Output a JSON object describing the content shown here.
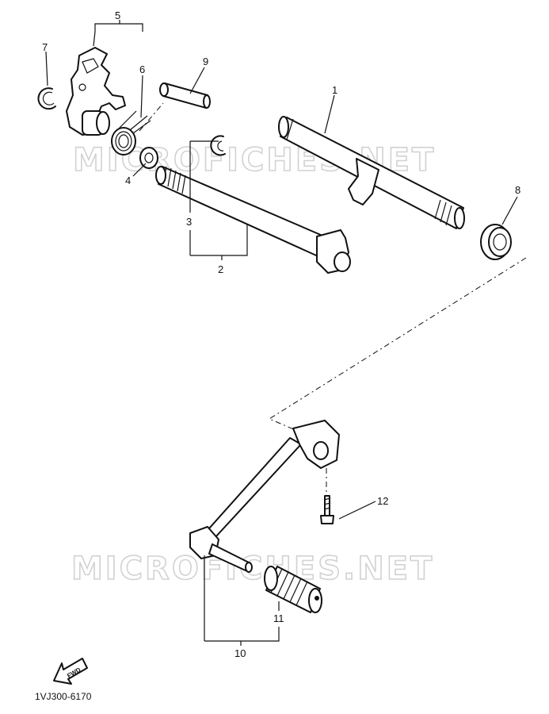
{
  "watermark": {
    "text": "MICROFICHES.NET",
    "color": "#d2d2d2"
  },
  "diagram_code": "1VJ300-6170",
  "find_badge": "FWD",
  "callouts": [
    {
      "id": "c1",
      "text": "1"
    },
    {
      "id": "c2",
      "text": "2"
    },
    {
      "id": "c3",
      "text": "3"
    },
    {
      "id": "c4",
      "text": "4"
    },
    {
      "id": "c5",
      "text": "5"
    },
    {
      "id": "c6",
      "text": "6"
    },
    {
      "id": "c7",
      "text": "7"
    },
    {
      "id": "c8",
      "text": "8"
    },
    {
      "id": "c9",
      "text": "9"
    },
    {
      "id": "c10",
      "text": "10"
    },
    {
      "id": "c11",
      "text": "11"
    },
    {
      "id": "c12",
      "text": "12"
    }
  ]
}
